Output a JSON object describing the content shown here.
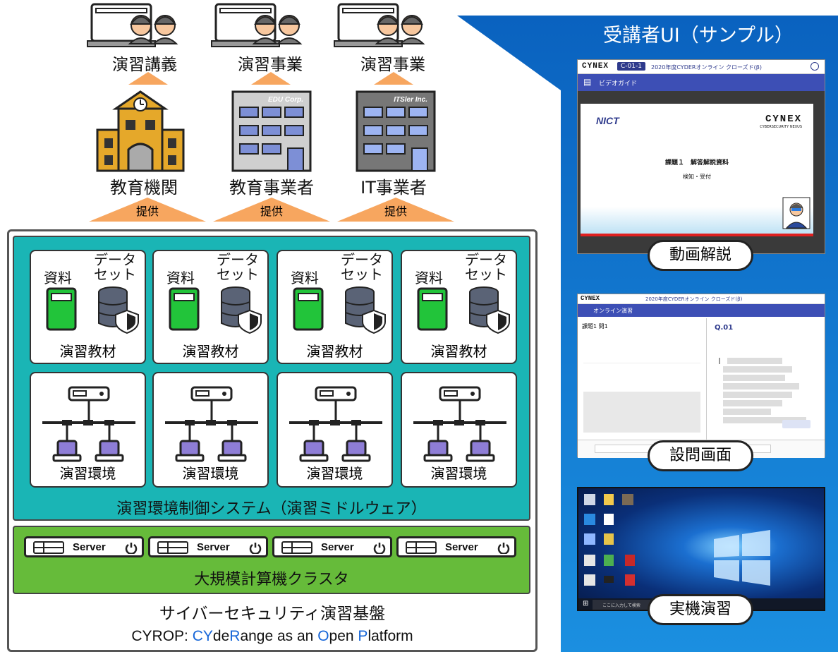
{
  "top": {
    "roles": [
      "演習講義",
      "演習事業",
      "演習事業"
    ],
    "orgs": [
      "教育機関",
      "教育事業者",
      "IT事業者"
    ],
    "provide": [
      "提供",
      "提供",
      "提供"
    ],
    "company_labels": [
      "EDU Corp.",
      "ITSler Inc."
    ]
  },
  "platform": {
    "material_label": "資料",
    "dataset_label_1": "データ",
    "dataset_label_2": "セット",
    "materials_caption": "演習教材",
    "env_caption": "演習環境",
    "middleware": "演習環境制御システム（演習ミドルウェア）",
    "servers": [
      "Server",
      "Server",
      "Server",
      "Server"
    ],
    "cluster": "大規模計算機クラスタ",
    "title": "サイバーセキュリティ演習基盤",
    "subtitle_parts": [
      "CYROP: ",
      "CY",
      "de",
      "R",
      "ange as an ",
      "O",
      "pen ",
      "P",
      "latform"
    ]
  },
  "sample": {
    "title": "受講者UI（サンプル）",
    "video": {
      "brand": "CYNEX",
      "tag": "C-01-1",
      "course": "2020年度CYDERオンライン クローズド(β)",
      "nav": "ビデオガイド",
      "nict": "NICT",
      "cynex": "CYNEX",
      "cynex_sub": "CYBERSECURITY NEXUS",
      "slide_title": "課題１　解答解説資料",
      "slide_sub": "検知・受付",
      "pill": "動画解説"
    },
    "quiz": {
      "brand": "CYNEX",
      "course": "2020年度CYDERオンライン クローズド(β)",
      "nav": "オンライン演習",
      "tab": "課題1 問1",
      "q": "Q.01",
      "pill": "設問画面"
    },
    "desktop": {
      "search": "ここに入力して検索",
      "pill": "実機演習"
    }
  },
  "colors": {
    "teal": "#1ab5b5",
    "green": "#66bb3a",
    "blue": "#0a62bf",
    "orange": "#f7a65f",
    "subtitle_blue": "#1565d8"
  }
}
